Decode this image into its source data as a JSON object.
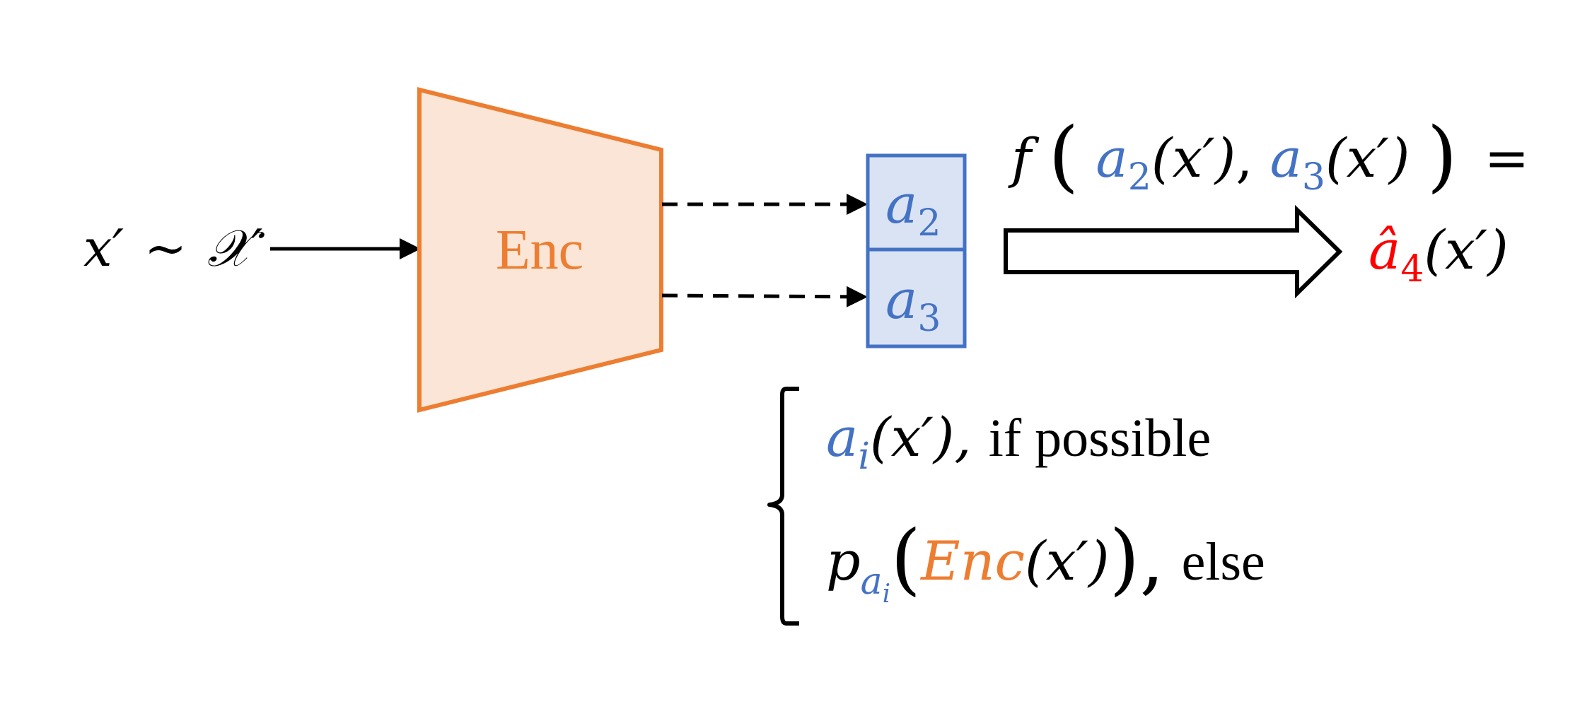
{
  "colors": {
    "black": "#000000",
    "encoder_fill": "#fbe5d6",
    "encoder_stroke": "#ed7d31",
    "encoder_text": "#ed7d31",
    "attribute_fill": "#dae3f3",
    "attribute_stroke": "#4472c4",
    "attribute_text": "#4472c4",
    "prediction_text": "#ff0000"
  },
  "input": {
    "x_prime": "x′",
    "tilde": "~",
    "dist": "𝒳′"
  },
  "encoder": {
    "label": "Enc"
  },
  "attributes": {
    "a2_base": "a",
    "a2_sub": "2",
    "a3_base": "a",
    "a3_sub": "3"
  },
  "formula": {
    "f": "f",
    "open_big": "(",
    "a2_base": "a",
    "a2_sub": "2",
    "a2_arg": "(x′)",
    "comma": ",",
    "a3_base": "a",
    "a3_sub": "3",
    "a3_arg": "(x′)",
    "close_big": ")",
    "equals": "=",
    "pred_base": "â",
    "pred_sub": "4",
    "pred_arg": "(x′)"
  },
  "cases": {
    "case1_base": "a",
    "case1_sub": "i",
    "case1_arg": "(x′),",
    "case1_cond": "if possible",
    "case2_p": "p",
    "case2_sub_base": "a",
    "case2_sub_sub": "i",
    "case2_open": "(",
    "case2_enc": "Enc",
    "case2_arg": "(x′)",
    "case2_close": "),",
    "case2_cond": "else"
  }
}
